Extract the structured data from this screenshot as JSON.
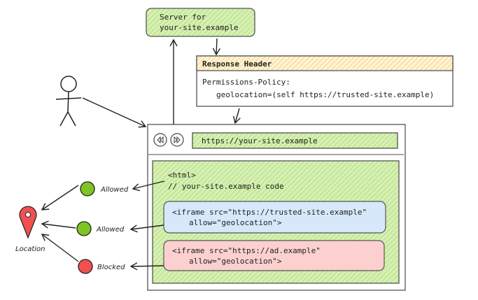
{
  "server": {
    "line1": "Server for",
    "line2": "your-site.example"
  },
  "response_header": {
    "title": "Response Header",
    "line1": "Permissions-Policy:",
    "line2": "geolocation=(self https://trusted-site.example)"
  },
  "browser": {
    "url": "https://your-site.example",
    "back_icon": "rewind-icon",
    "forward_icon": "fast-forward-icon",
    "page": {
      "line1": "<html>",
      "line2": "// your-site.example code"
    },
    "iframe_trusted": {
      "line1": "<iframe src=\"https://trusted-site.example\"",
      "line2": "allow=\"geolocation\">"
    },
    "iframe_ad": {
      "line1": "<iframe src=\"https://ad.example\"",
      "line2": "allow=\"geolocation\">"
    }
  },
  "results": [
    {
      "label": "Allowed",
      "color": "#7ec422"
    },
    {
      "label": "Allowed",
      "color": "#7ec422"
    },
    {
      "label": "Blocked",
      "color": "#f05050"
    }
  ],
  "location": {
    "label": "Location",
    "icon": "map-pin-icon",
    "color": "#f05050"
  },
  "colors": {
    "green_fill": "#c9eba0",
    "header_fill": "#fde3a7",
    "blue_fill": "#d6e8fa",
    "red_fill": "#fdd0d0"
  }
}
